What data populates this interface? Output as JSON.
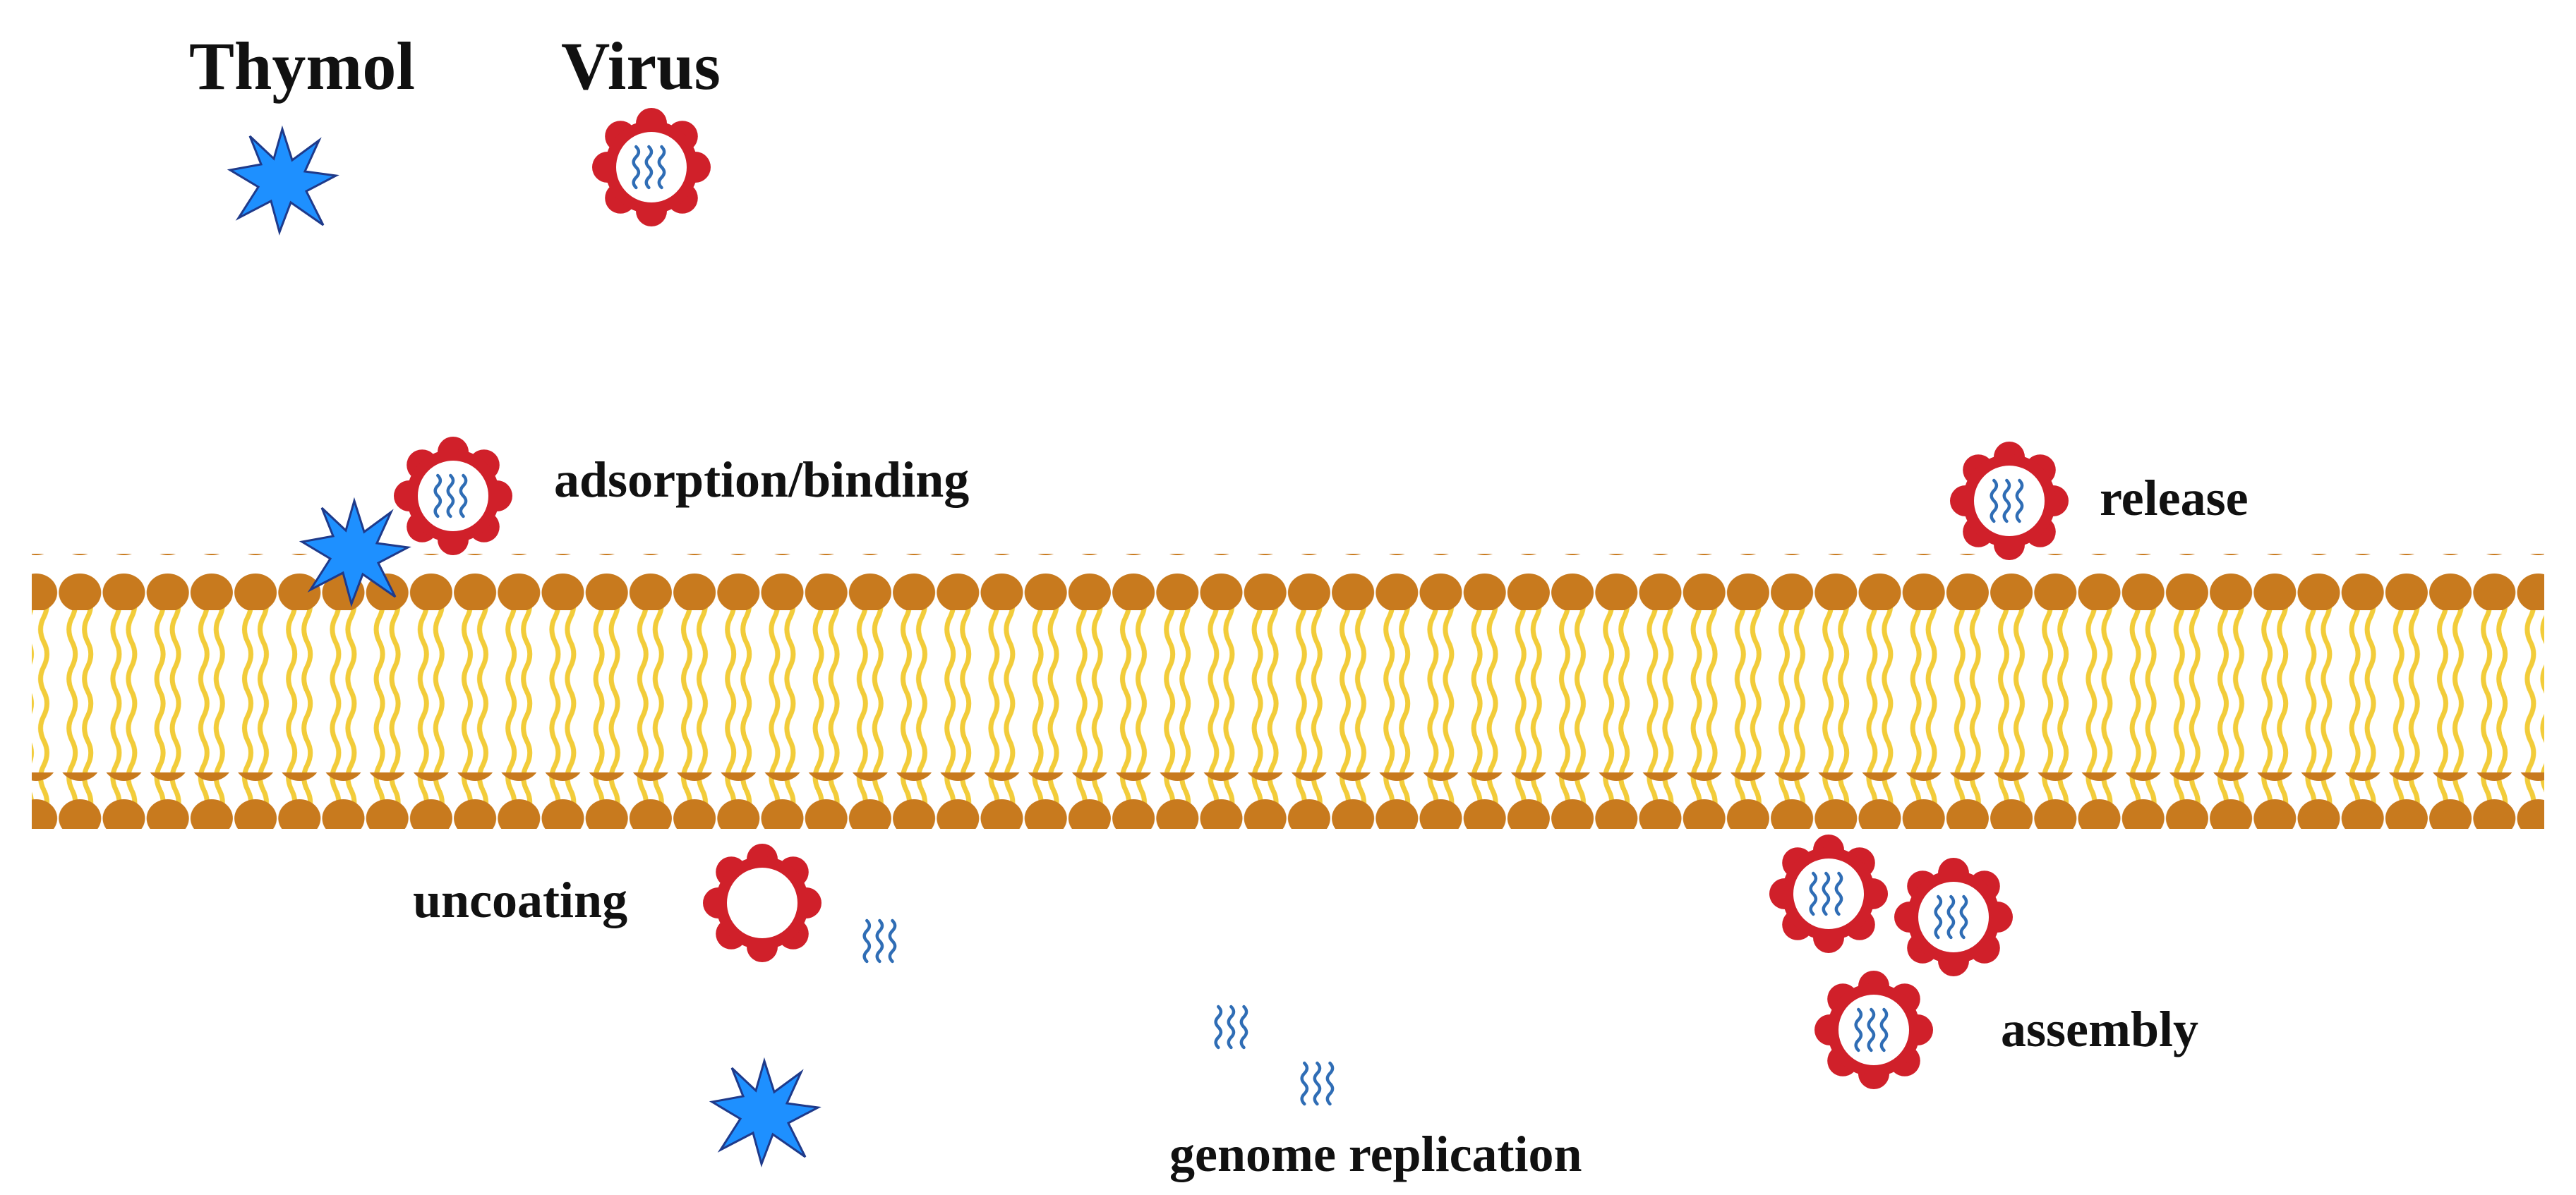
{
  "legend": {
    "thymol_label": "Thymol",
    "virus_label": "Virus"
  },
  "stages": {
    "adsorption": "adsorption/binding",
    "release": "release",
    "uncoating": "uncoating",
    "assembly": "assembly",
    "replication": "genome replication"
  },
  "colors": {
    "thymol_fill": "#1e90ff",
    "thymol_stroke": "#1f3a8a",
    "virus_capsid": "#d0202a",
    "genome": "#2f6db5",
    "lipid_head": "#c87a1e",
    "lipid_tail": "#f2cc3a"
  },
  "icons": {
    "thymol": "starburst-icon",
    "virus": "virus-icon",
    "empty_capsid": "empty-capsid-icon",
    "genome": "rna-genome-icon"
  }
}
